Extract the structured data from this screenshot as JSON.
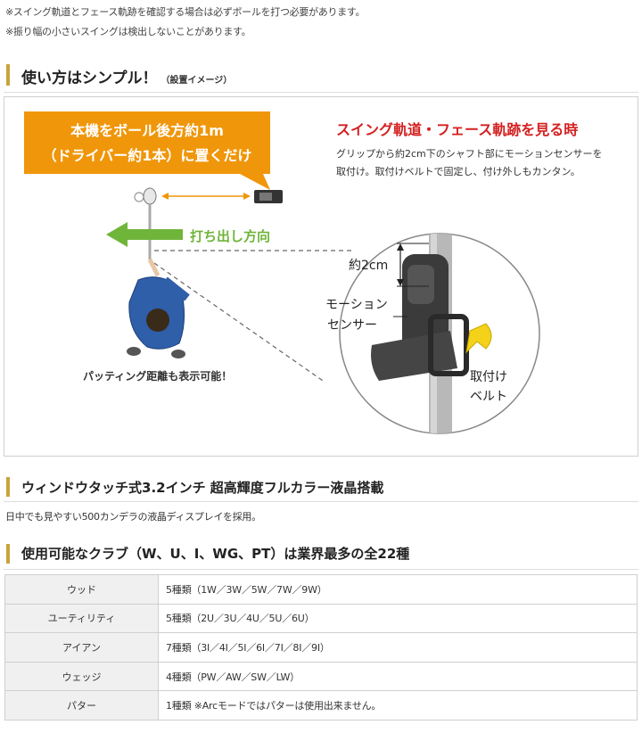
{
  "notes": [
    "※スイング軌道とフェース軌跡を確認する場合は必ずボールを打つ必要があります。",
    "※振り幅の小さいスイングは検出しないことがあります。"
  ],
  "section1": {
    "title": "使い方はシンプル！",
    "subtitle": "（設置イメージ）"
  },
  "illustration": {
    "callout_line1": "本機をボール後方約1m",
    "callout_line2": "（ドライバー約1本）に置くだけ",
    "direction_label": "打ち出し方向",
    "putting_text": "パッティング距離も表示可能！",
    "swing_title": "スイング軌道・フェース軌跡を見る時",
    "swing_desc_line1": "グリップから約2cm下のシャフト部にモーションセンサーを",
    "swing_desc_line2": "取付け。取付けベルトで固定し、付け外しもカンタン。",
    "dim_label": "約2cm",
    "sensor_label_line1": "モーション",
    "sensor_label_line2": "センサー",
    "belt_label_line1": "取付け",
    "belt_label_line2": "ベルト",
    "colors": {
      "callout": "#f0960a",
      "arrow": "#6fb53a",
      "title_red": "#d42020",
      "shirt": "#2f5fa8"
    }
  },
  "section2": {
    "title": "ウィンドウタッチ式3.2インチ 超高輝度フルカラー液晶搭載",
    "desc": "日中でも見やすい500カンデラの液晶ディスプレイを採用。"
  },
  "section3": {
    "title": "使用可能なクラブ（W、U、I、WG、PT）は業界最多の全22種",
    "rows": [
      {
        "club": "ウッド",
        "types": "5種類（1W／3W／5W／7W／9W）"
      },
      {
        "club": "ユーティリティ",
        "types": "5種類（2U／3U／4U／5U／6U）"
      },
      {
        "club": "アイアン",
        "types": "7種類（3I／4I／5I／6I／7I／8I／9I）"
      },
      {
        "club": "ウェッジ",
        "types": "4種類（PW／AW／SW／LW）"
      },
      {
        "club": "パター",
        "types": "1種類 ※Arcモードではパターは使用出来ません。"
      }
    ]
  }
}
